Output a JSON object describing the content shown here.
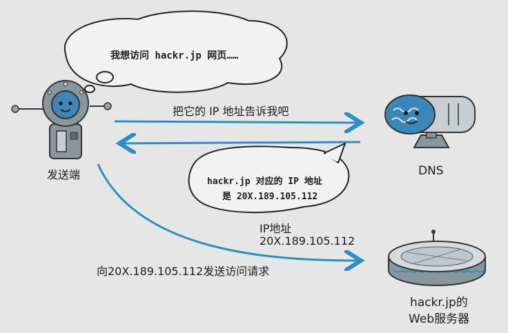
{
  "thought_bubble": {
    "text": "我想访问 hackr.jp 网页……"
  },
  "sender": {
    "label": "发送端"
  },
  "dns": {
    "label": "DNS"
  },
  "request_arrow": {
    "label": "把它的 IP 地址告诉我吧"
  },
  "dns_reply_bubble": {
    "line1": "hackr.jp 对应的 IP 地址",
    "line2": "是 20X.189.105.112"
  },
  "ip_note": {
    "line1": "IP地址",
    "line2": "20X.189.105.112"
  },
  "access_arrow": {
    "label": "向20X.189.105.112发送访问请求"
  },
  "web_server": {
    "line1": "hackr.jp的",
    "line2": "Web服务器"
  },
  "colors": {
    "arrow": "#2b8fc4",
    "robot_body": "#8a969e",
    "dns_pattern": "#3a86b8",
    "server_accent": "#2b8fc4"
  }
}
